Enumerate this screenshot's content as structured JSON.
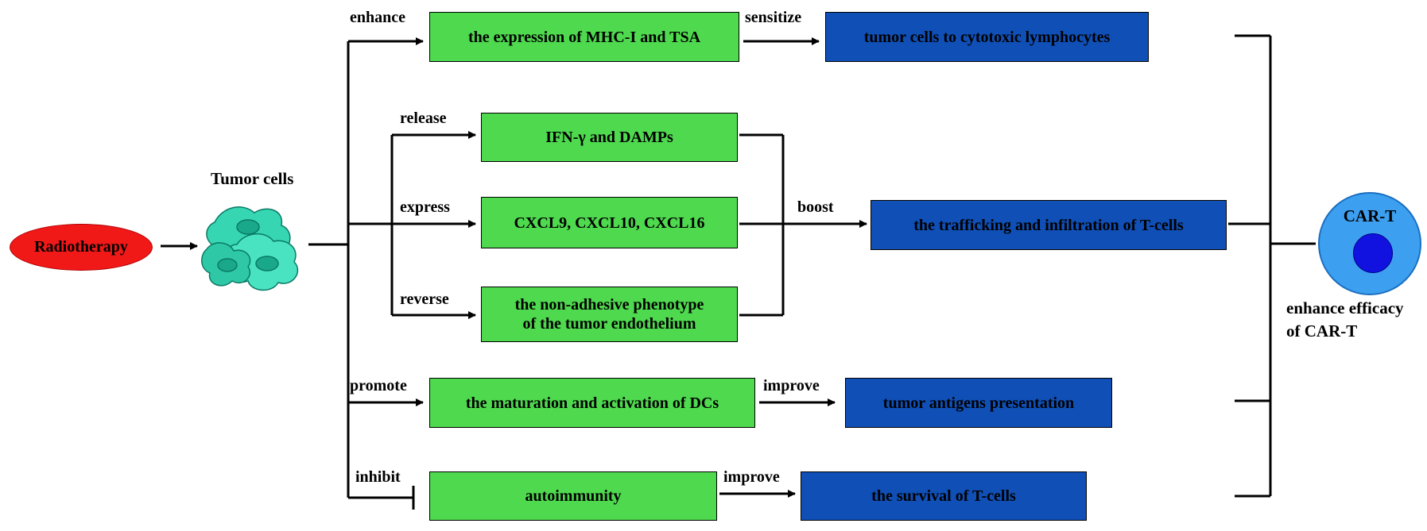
{
  "start": {
    "label": "Radiotherapy",
    "color": "#f11818"
  },
  "tumor": {
    "label": "Tumor cells",
    "icon": "tumor-cells-icon",
    "color": "#37d6b3"
  },
  "verbs": {
    "enhance": "enhance",
    "sensitize": "sensitize",
    "release": "release",
    "express": "express",
    "reverse": "reverse",
    "boost": "boost",
    "promote": "promote",
    "improve_1": "improve",
    "inhibit": "inhibit",
    "improve_2": "improve"
  },
  "mechanisms": {
    "mhc": "the expression of MHC-I and TSA",
    "ifn": "IFN-γ and DAMPs",
    "cxcl": "CXCL9, CXCL10, CXCL16",
    "endo_line1": "the non-adhesive phenotype",
    "endo_line2": "of the tumor endothelium",
    "dc": "the maturation and activation of DCs",
    "auto": "autoimmunity"
  },
  "outcomes": {
    "cytotoxic": "tumor cells to cytotoxic lymphocytes",
    "trafficking": "the trafficking and infiltration of T-cells",
    "antigen": "tumor antigens presentation",
    "survival": "the survival of T-cells"
  },
  "cart": {
    "label": "CAR-T",
    "outer_color": "#3d9ff0",
    "inner_color": "#1212e0"
  },
  "result": {
    "line1": "enhance efficacy",
    "line2": "of CAR-T"
  },
  "colors": {
    "mechanism_box": "#4ed94e",
    "outcome_box": "#0f4fb6"
  }
}
